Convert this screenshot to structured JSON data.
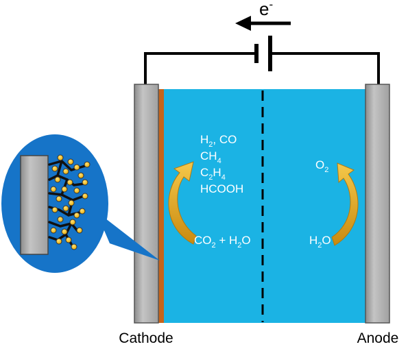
{
  "electron_flow": {
    "symbol": "e",
    "superscript": "-"
  },
  "labels": {
    "cathode": "Cathode",
    "anode": "Anode"
  },
  "cathode_products": {
    "line1_h2": "H",
    "line1_h2_sub": "2",
    "line1_co": ", CO",
    "ch4_c": "CH",
    "ch4_sub": "4",
    "c2h4_c": "C",
    "c2h4_sub1": "2",
    "c2h4_h": "H",
    "c2h4_sub2": "4",
    "hcooh": "HCOOH"
  },
  "cathode_reactants": {
    "co": "CO",
    "co_sub": "2",
    "plus_h": " + H",
    "h_sub": "2",
    "o": "O"
  },
  "anode_product": {
    "o": "O",
    "o_sub": "2"
  },
  "anode_reactant": {
    "h": "H",
    "h_sub": "2",
    "o": "O"
  },
  "colors": {
    "electrolyte": "#1bb3e4",
    "electrode": "#b3b3b3",
    "catalyst_layer": "#c5641b",
    "magnifier": "#1674c8",
    "particle": "#f7c21a",
    "arrow": "#e8a81c"
  },
  "icons": [
    "battery-symbol",
    "electron-flow-arrow",
    "membrane-dashed-line",
    "reaction-arrow",
    "catalyst-particles"
  ]
}
